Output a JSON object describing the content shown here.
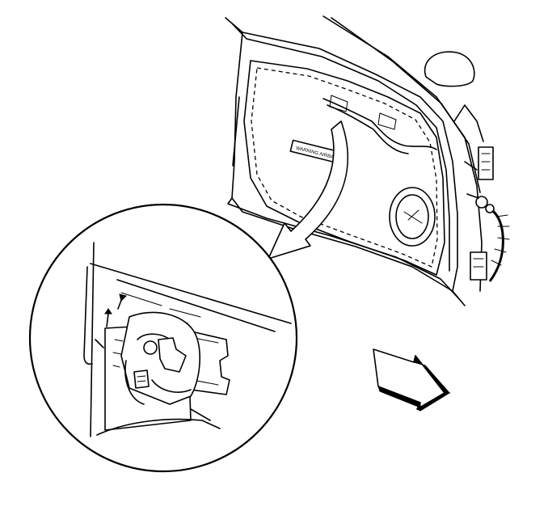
{
  "figure": {
    "door_label_text": "WARNING AIRBAG",
    "callout_arrow_direction": "down-left",
    "front_direction_arrow": "down-right"
  }
}
